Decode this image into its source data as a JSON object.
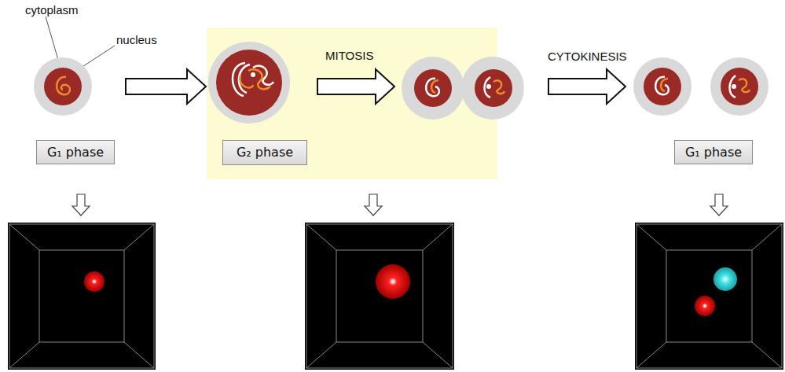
{
  "diagram": {
    "nodes": [
      {
        "text": [
          "G₁ phase"
        ]
      },
      {
        "text": [
          "G₂ phase"
        ]
      },
      {
        "text": [
          "G₁ phase"
        ]
      }
    ],
    "labels": [
      "cytoplasm",
      "nucleus",
      "MITOSIS",
      "CYTOKINESIS"
    ]
  }
}
